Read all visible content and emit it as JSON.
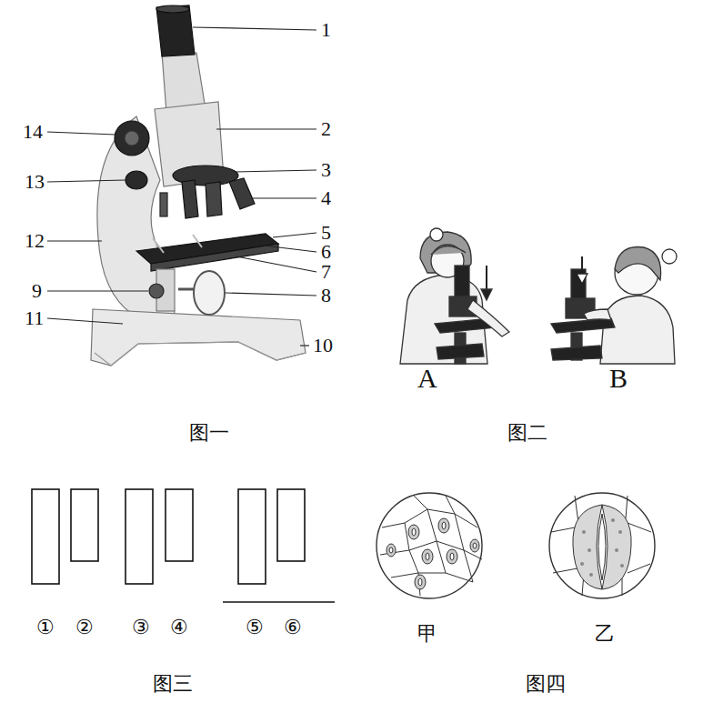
{
  "diagram": {
    "labels": [
      "1",
      "2",
      "3",
      "4",
      "5",
      "6",
      "7",
      "8",
      "9",
      "10",
      "11",
      "12",
      "13",
      "14",
      "A",
      "B",
      "图一",
      "图二",
      "①",
      "②",
      "③",
      "④",
      "⑤",
      "⑥",
      "图三",
      "甲",
      "乙",
      "图四"
    ]
  }
}
